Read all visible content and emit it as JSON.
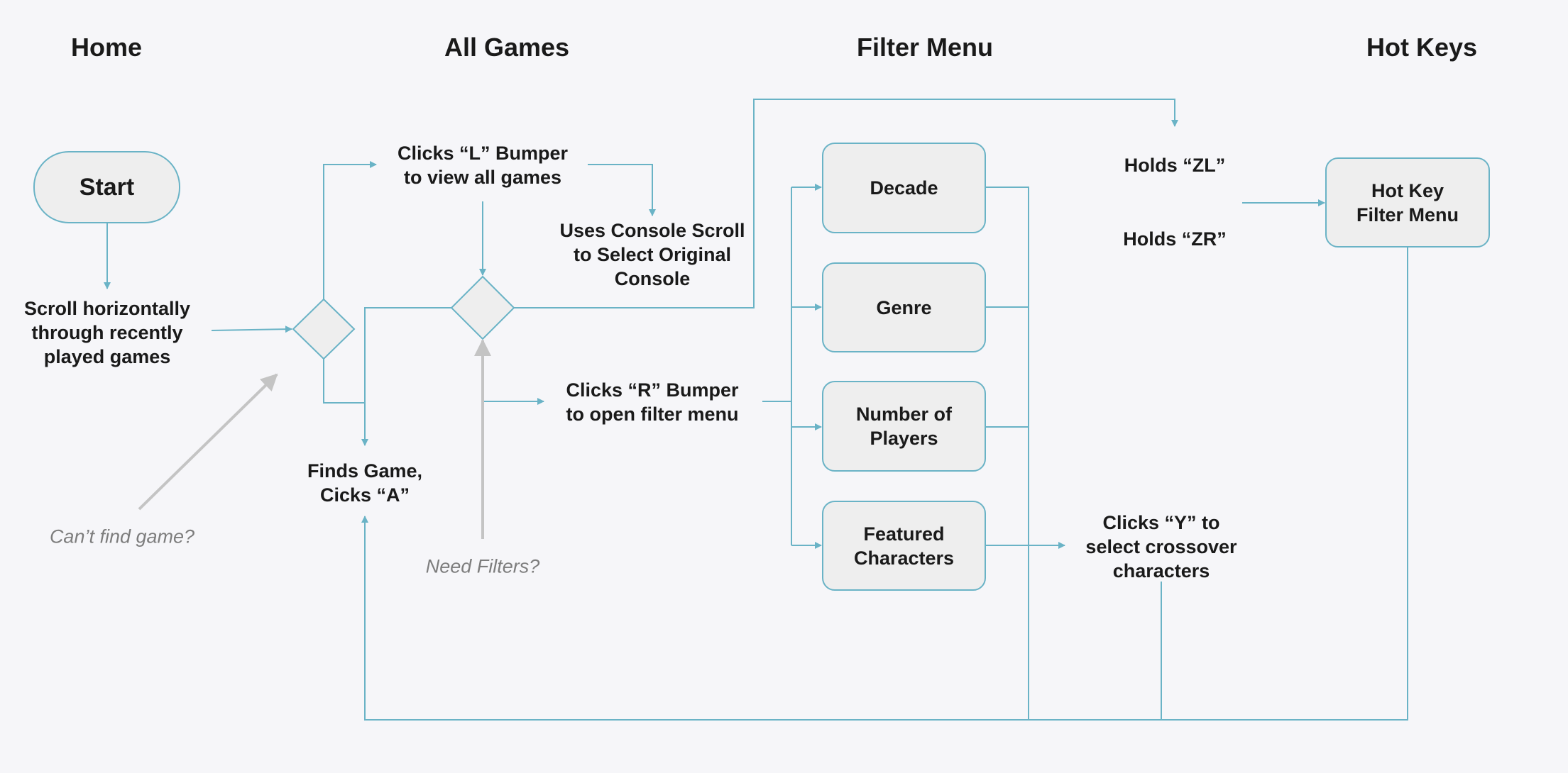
{
  "columns": [
    "Home",
    "All Games",
    "Filter Menu",
    "Hot Keys"
  ],
  "nodes": {
    "start": "Start",
    "scroll": [
      "Scroll horizontally",
      "through recently",
      "played games"
    ],
    "click_l": [
      "Clicks “L” Bumper",
      "to view all games"
    ],
    "console_scroll": [
      "Uses Console Scroll",
      "to Select Original",
      "Console"
    ],
    "click_r": [
      "Clicks “R” Bumper",
      "to open filter menu"
    ],
    "finds_game": [
      "Finds Game,",
      "Cicks “A”"
    ],
    "decade": [
      "Decade"
    ],
    "genre": [
      "Genre"
    ],
    "players": [
      "Number of",
      "Players"
    ],
    "characters": [
      "Featured",
      "Characters"
    ],
    "holds_zl": "Holds “ZL”",
    "holds_zr": "Holds “ZR”",
    "hotkey_menu": [
      "Hot Key",
      "Filter Menu"
    ],
    "click_y": [
      "Clicks “Y” to",
      "select crossover",
      "characters"
    ]
  },
  "notes": {
    "cant_find": "Can’t find game?",
    "need_filters": "Need Filters?"
  },
  "colors": {
    "connector": "#6ab3c6",
    "hint_arrow": "#c4c4c4",
    "node_fill": "#eeeeee",
    "background": "#f6f6f9"
  }
}
